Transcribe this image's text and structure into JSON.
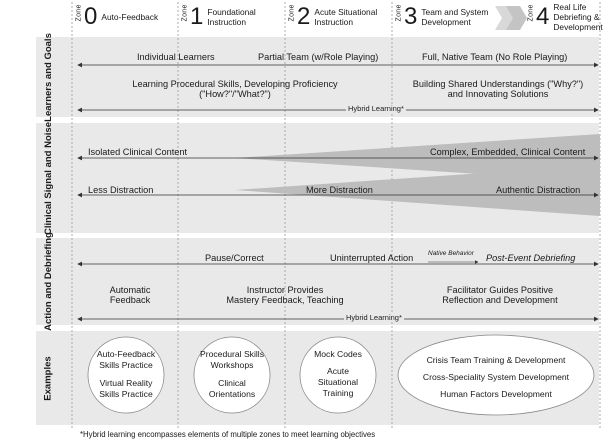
{
  "zones": [
    {
      "word": "Zone",
      "num": "0",
      "label": "Auto-Feedback"
    },
    {
      "word": "Zone",
      "num": "1",
      "label": "Foundational Instruction"
    },
    {
      "word": "Zone",
      "num": "2",
      "label": "Acute Situational Instruction"
    },
    {
      "word": "Zone",
      "num": "3",
      "label": "Team and System Development"
    },
    {
      "word": "Zone",
      "num": "4",
      "label": "Real Life Debriefing & Development"
    }
  ],
  "bands": {
    "learners": {
      "title": "Learners and Goals",
      "row1": [
        "Individual Learners",
        "Partial Team (w/Role Playing)",
        "Full, Native Team (No Role Playing)"
      ],
      "row2_left": "Learning Procedural Skills, Developing Proficiency",
      "row2_left_sub": "(\"How?\"/\"What?\")",
      "row2_right": "Building Shared Understandings (\"Why?\")",
      "row2_right_sub": "and Innovating Solutions",
      "hybrid": "Hybrid Learning*"
    },
    "signal": {
      "title": "Clinical Signal and Noise",
      "row1_left": "Isolated Clinical Content",
      "row1_right": "Complex, Embedded, Clinical Content",
      "row2_left": "Less Distraction",
      "row2_mid": "More Distraction",
      "row2_right": "Authentic Distraction"
    },
    "action": {
      "title": "Action and Debriefing",
      "row1_a": "Pause/Correct",
      "row1_b": "Uninterrupted Action",
      "row1_native": "Native Behavior",
      "row1_c": "Post-Event Debriefing",
      "col1": "Automatic",
      "col1_b": "Feedback",
      "col2": "Instructor Provides",
      "col2_b": "Mastery Feedback, Teaching",
      "col3": "Facilitator Guides Positive",
      "col3_b": "Reflection and Development",
      "hybrid": "Hybrid Learning*"
    },
    "examples": {
      "title": "Examples",
      "z0": [
        "Auto-Feedback",
        "Skills Practice",
        "",
        "Virtual Reality",
        "Skills Practice"
      ],
      "z1": [
        "Procedural Skills",
        "Workshops",
        "",
        "Clinical",
        "Orientations"
      ],
      "z2": [
        "Mock Codes",
        "",
        "Acute",
        "Situational",
        "Training"
      ],
      "z34": [
        "Crisis Team Training & Development",
        "Cross-Speciality System Development",
        "Human Factors Development"
      ]
    }
  },
  "footnote": "*Hybrid learning encompasses elements of multiple zones to meet learning objectives"
}
